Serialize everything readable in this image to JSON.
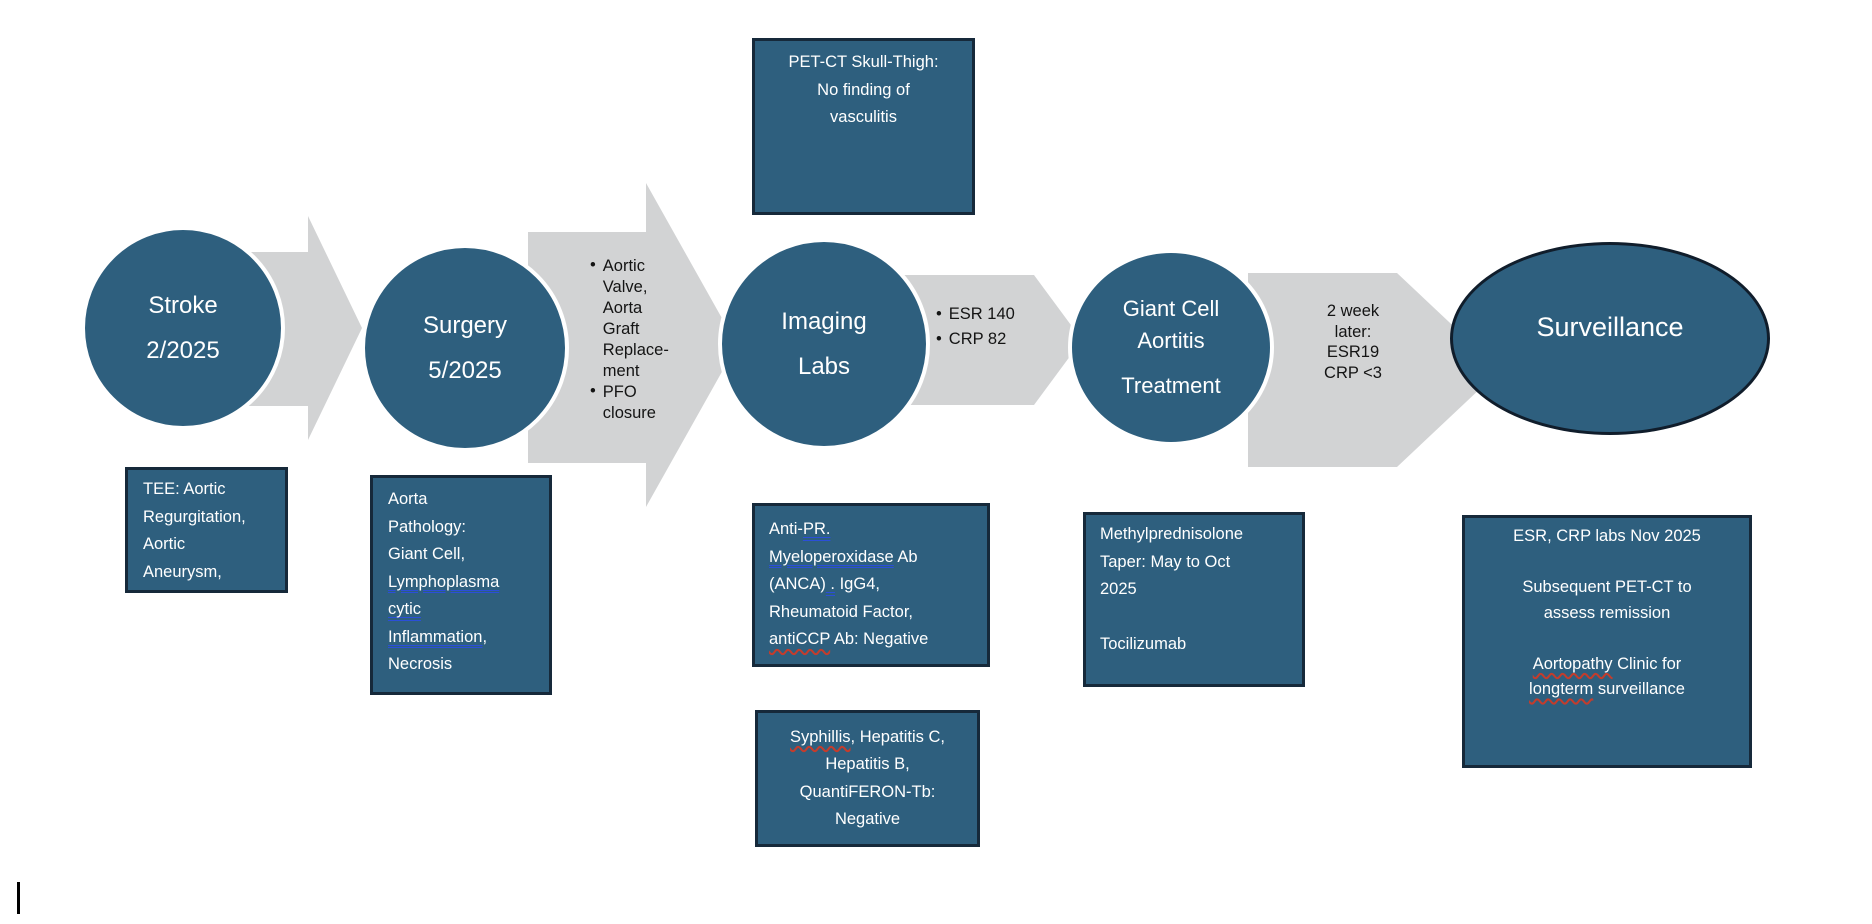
{
  "colors": {
    "node_fill": "#2E5F7E",
    "box_border": "#16293A",
    "ellipse_border": "#101D2B",
    "arrow_fill": "#D2D3D4",
    "arrow_text": "#141414",
    "underline_blue": "#2B4FD8",
    "underline_red": "#C43C2C"
  },
  "nodes": {
    "stroke": {
      "lines": [
        "Stroke",
        "2/2025"
      ]
    },
    "surgery": {
      "lines": [
        "Surgery",
        "5/2025"
      ]
    },
    "imaging": {
      "lines": [
        "Imaging",
        "Labs"
      ]
    },
    "gca": {
      "title_lines": [
        "Giant Cell",
        "Aortitis"
      ],
      "subtitle": "Treatment"
    },
    "surveillance": {
      "lines": [
        "Surveillance"
      ]
    }
  },
  "arrows": {
    "surgery_details": {
      "items": [
        {
          "lines": [
            "Aortic",
            "Valve,",
            "Aorta",
            "Graft",
            "Replace-",
            "ment"
          ]
        },
        {
          "lines": [
            "PFO",
            "closure"
          ]
        }
      ]
    },
    "labs_values": {
      "items": [
        {
          "lines": [
            "ESR 140"
          ]
        },
        {
          "lines": [
            "CRP 82"
          ]
        }
      ]
    },
    "followup": {
      "lines": [
        "2 week",
        "later:",
        "ESR19",
        "CRP <3"
      ]
    }
  },
  "callouts": {
    "pet_ct": {
      "lines": [
        "PET-CT Skull-Thigh:",
        "No finding of",
        "vasculitis"
      ]
    },
    "tee": {
      "lines": [
        "TEE: Aortic",
        "Regurgitation,",
        "Aortic",
        "Aneurysm,"
      ]
    },
    "aorta_pathology": {
      "lines": [
        "Aorta",
        "Pathology:",
        "Giant Cell,",
        [
          {
            "t": "Lymphoplasma",
            "u": "blue"
          }
        ],
        [
          {
            "t": "cytic ",
            "u": "blue"
          }
        ],
        [
          {
            "t": "Inflammation",
            "u": "blue"
          },
          {
            "t": ","
          }
        ],
        "Necrosis"
      ]
    },
    "autoimmune_labs": {
      "lines": [
        [
          {
            "t": "Anti-"
          },
          {
            "t": "PR. ",
            "u": "blue"
          }
        ],
        [
          {
            "t": "Myeloperoxidase",
            "u": "blue"
          },
          {
            "t": " Ab"
          }
        ],
        [
          {
            "t": "(ANCA)"
          },
          {
            "t": " .",
            "u": "blue"
          },
          {
            "t": " IgG4,"
          }
        ],
        "Rheumatoid Factor,",
        [
          {
            "t": "antiCCP",
            "u": "red"
          },
          {
            "t": " Ab: Negative"
          }
        ]
      ]
    },
    "infectious_labs": {
      "lines": [
        [
          {
            "t": "Syphillis",
            "u": "red"
          },
          {
            "t": ", Hepatitis C,"
          }
        ],
        "Hepatitis B,",
        "QuantiFERON-Tb:",
        "Negative"
      ]
    },
    "treatment": {
      "lines": [
        "Methylprednisolone",
        "Taper: May to Oct",
        "2025",
        "",
        "Tocilizumab"
      ]
    },
    "surveillance_plan": {
      "lines": [
        "ESR, CRP labs Nov 2025",
        "",
        "Subsequent PET-CT to",
        "assess remission",
        "",
        [
          {
            "t": "Aortopathy",
            "u": "red"
          },
          {
            "t": " Clinic for"
          }
        ],
        [
          {
            "t": "longterm",
            "u": "red"
          },
          {
            "t": " surveillance"
          }
        ]
      ]
    }
  }
}
